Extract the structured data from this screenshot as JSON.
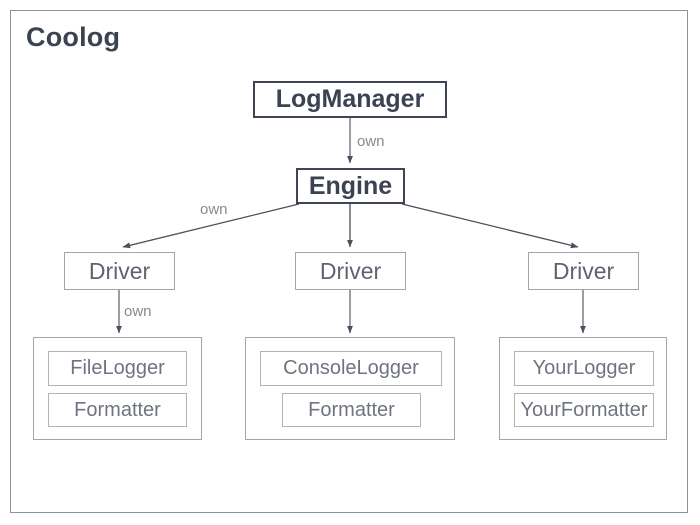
{
  "diagram": {
    "title": "Coolog",
    "frame_color": "#8f93a0",
    "strong_color": "#3b4252",
    "plain_color": "#5e6470",
    "leaf_color": "#6f7480",
    "label_color": "#8a8a8a",
    "background": "#ffffff"
  },
  "nodes": {
    "log_manager": "LogManager",
    "engine": "Engine",
    "driver_left": "Driver",
    "driver_center": "Driver",
    "driver_right": "Driver"
  },
  "groups": [
    {
      "id": "file",
      "logger": "FileLogger",
      "formatter": "Formatter"
    },
    {
      "id": "console",
      "logger": "ConsoleLogger",
      "formatter": "Formatter"
    },
    {
      "id": "your",
      "logger": "YourLogger",
      "formatter": "YourFormatter"
    }
  ],
  "edge_labels": {
    "manager_to_engine": "own",
    "engine_to_driver": "own",
    "driver_to_logger": "own"
  }
}
